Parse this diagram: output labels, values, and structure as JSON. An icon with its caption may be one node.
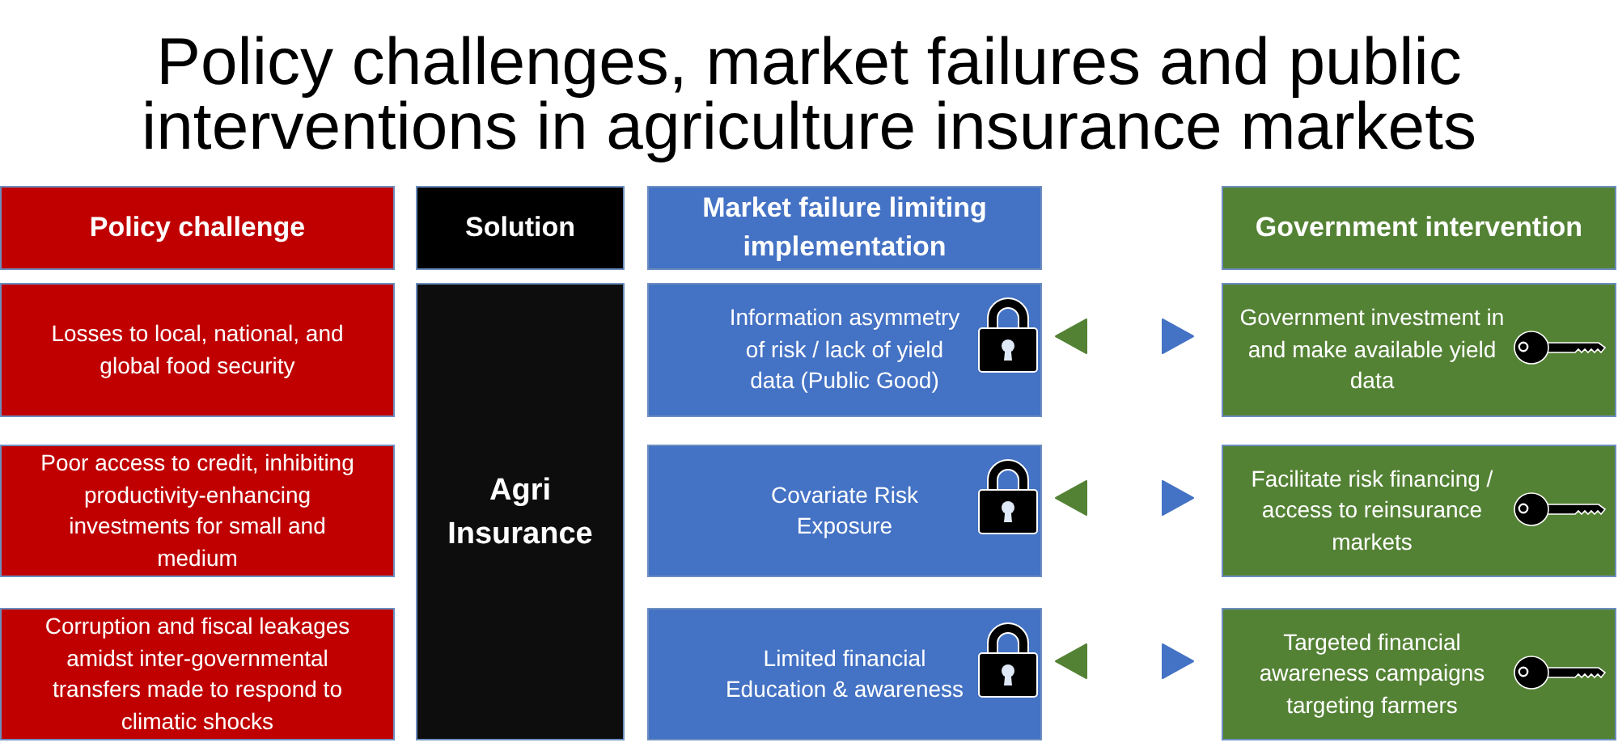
{
  "diagram": {
    "title": "Policy challenges, market failures and public interventions in agriculture insurance markets",
    "nodes": [
      {
        "text": [
          "Policy challenge"
        ]
      },
      {
        "text": [
          "Solution"
        ]
      },
      {
        "text": [
          "Market failure limiting implementation"
        ]
      },
      {
        "text": [
          "Government intervention"
        ]
      },
      {
        "text": [
          "Losses to local, national, and global food security"
        ]
      },
      {
        "text": [
          "Agri Insurance"
        ]
      },
      {
        "text": [
          "Information asymmetry of risk / lack of yield data (Public Good)"
        ]
      },
      {
        "text": [
          "Government investment in and make available yield data"
        ]
      },
      {
        "text": [
          "Poor access to credit, inhibiting productivity-enhancing investments for small and medium"
        ]
      },
      {
        "text": [
          "Covariate Risk Exposure"
        ]
      },
      {
        "text": [
          "Facilitate risk financing / access to reinsurance markets"
        ]
      },
      {
        "text": [
          "Corruption and fiscal leakages amidst inter-governmental transfers made to respond to climatic shocks"
        ]
      },
      {
        "text": [
          "Limited financial Education & awareness"
        ]
      },
      {
        "text": [
          "Targeted financial awareness campaigns targeting farmers"
        ]
      }
    ],
    "edges": [
      {
        "from": 6,
        "to": 7,
        "arrow": "both"
      },
      {
        "from": 9,
        "to": 10,
        "arrow": "both"
      },
      {
        "from": 12,
        "to": 13,
        "arrow": "both"
      }
    ]
  }
}
